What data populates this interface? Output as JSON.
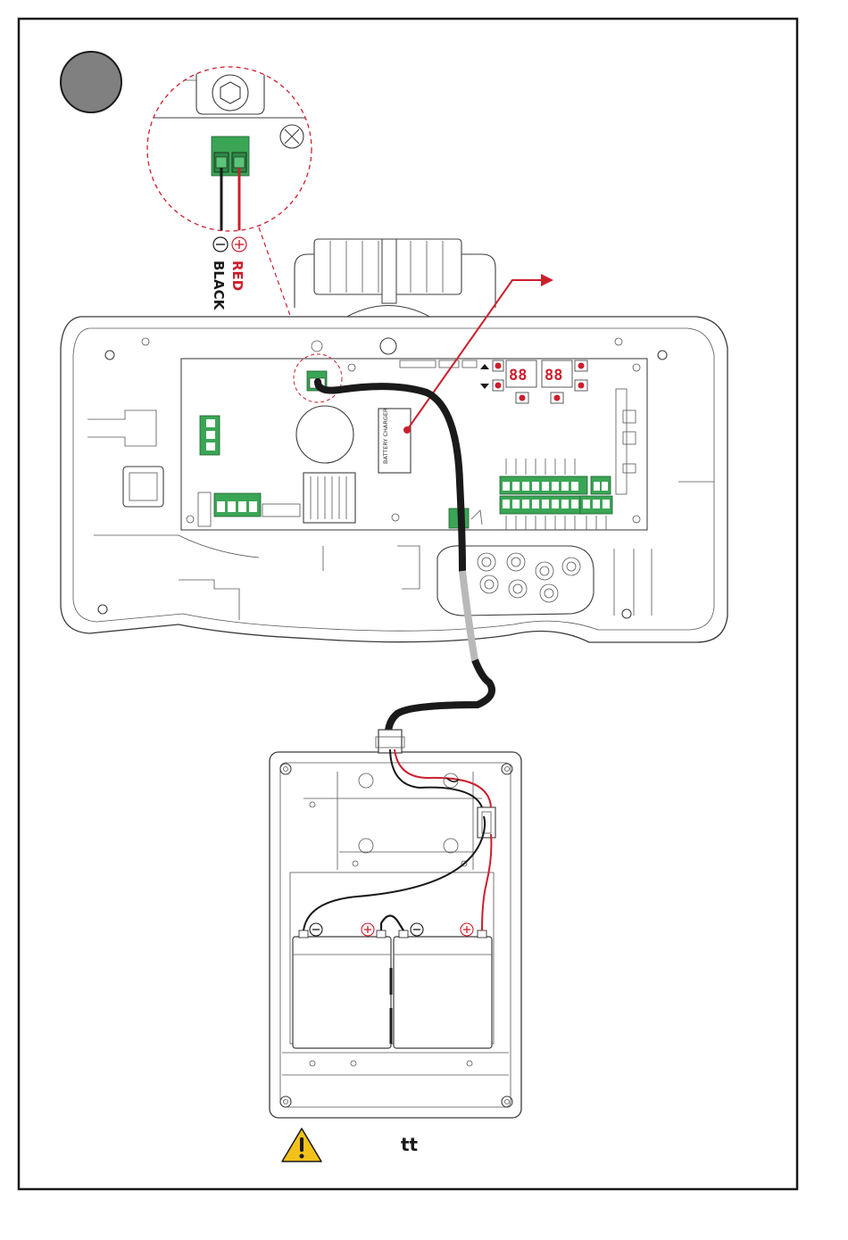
{
  "step": {
    "number": ""
  },
  "terminal": {
    "negative_symbol": "−",
    "positive_symbol": "+",
    "negative_label": "BLACK",
    "positive_label": "RED"
  },
  "board": {
    "charger_label": "BATTERY CHARGER",
    "displays": [
      "88",
      "88"
    ]
  },
  "battery": {
    "negative_symbol": "−",
    "positive_symbol": "+"
  },
  "warning": {
    "icon": "warning-triangle-icon",
    "text": "tt"
  },
  "colors": {
    "positive_wire": "#cc1f2d",
    "negative_wire": "#1a1a1a",
    "terminal_green": "#3aa655",
    "step_circle": "#808080",
    "warning_yellow": "#f2c21a"
  }
}
